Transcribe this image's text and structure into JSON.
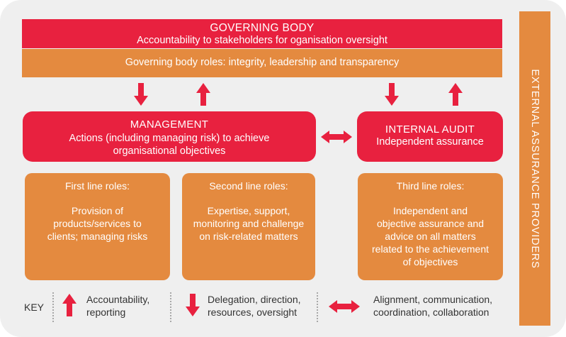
{
  "governing_body": {
    "title": "GOVERNING BODY",
    "subtitle": "Accountability to stakeholders for oganisation oversight",
    "roles": "Governing body roles: integrity, leadership and transparency"
  },
  "management": {
    "title": "MANAGEMENT",
    "lines": [
      "Actions (including managing risk) to achieve",
      "organisational objectives"
    ]
  },
  "internal_audit": {
    "title": "INTERNAL AUDIT",
    "subtitle": "Independent assurance"
  },
  "first_line": {
    "title": "First line roles:",
    "lines": [
      "Provision of",
      "products/services to",
      "clients; managing risks"
    ]
  },
  "second_line": {
    "title": "Second line roles:",
    "lines": [
      "Expertise, support,",
      "monitoring and challenge",
      "on risk-related matters"
    ]
  },
  "third_line": {
    "title": "Third line roles:",
    "lines": [
      "Independent and",
      "objective assurance and",
      "advice on all matters",
      "related to the achievement",
      "of objectives"
    ]
  },
  "external": {
    "label": "EXTERNAL ASSURANCE PROVIDERS"
  },
  "key": {
    "label": "KEY",
    "accountability": [
      "Accountability,",
      "reporting"
    ],
    "delegation": [
      "Delegation, direction,",
      "resources, oversight"
    ],
    "alignment": [
      "Alignment, communication,",
      "coordination, collaboration"
    ]
  },
  "colors": {
    "red": "#e8213f",
    "orange": "#e48a3f",
    "panel": "#efefef",
    "text_dark": "#333333"
  },
  "icons": {
    "up": "arrow-up-icon",
    "down": "arrow-down-icon",
    "both": "double-arrow-icon"
  }
}
